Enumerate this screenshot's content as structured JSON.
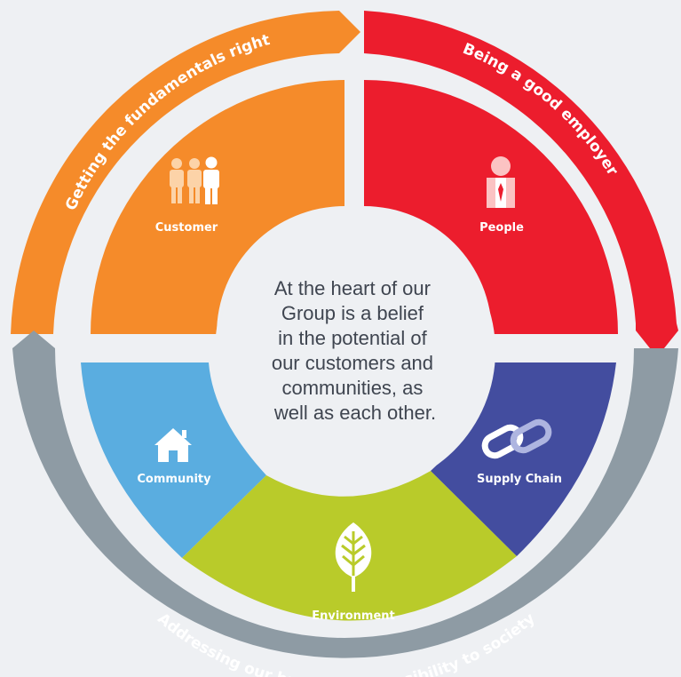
{
  "colors": {
    "background": "#eef0f3",
    "customer": "#f58b2a",
    "people": "#ec1d2d",
    "community": "#5aade0",
    "environment": "#b9cb2a",
    "supply_chain": "#434d9f",
    "society_arc": "#8e9ba4",
    "center_circle": "#eef0f3",
    "center_text": "#3f4550"
  },
  "arcs": {
    "fundamentals": "Getting the fundamentals right",
    "employer": "Being a good employer",
    "society": "Addressing our broader responsibility to society"
  },
  "segments": {
    "customer": {
      "label": "Customer",
      "icon": "people-group-icon"
    },
    "people": {
      "label": "People",
      "icon": "employee-icon"
    },
    "community": {
      "label": "Community",
      "icon": "house-icon"
    },
    "environment": {
      "label": "Environment",
      "icon": "leaf-icon"
    },
    "supply_chain": {
      "label": "Supply Chain",
      "icon": "chain-link-icon"
    }
  },
  "center": {
    "lines": [
      "At the heart of our",
      "Group is a belief",
      "in the potential of",
      "our customers and",
      "communities, as",
      "well as each other."
    ]
  }
}
